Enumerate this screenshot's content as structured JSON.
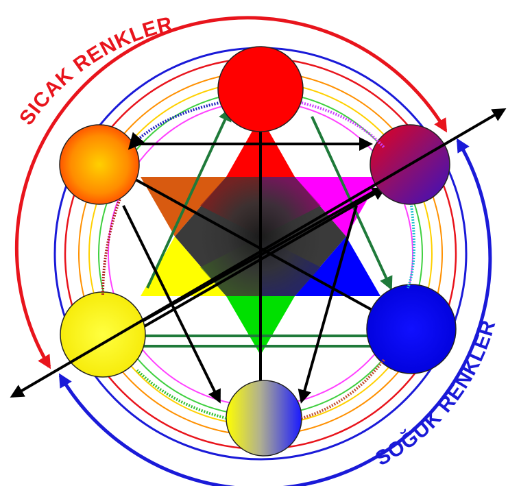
{
  "labels": {
    "warm": "SICAK RENKLER",
    "cool": "SOĞUK RENKLER"
  },
  "colors": {
    "warm": "#e8141c",
    "cool": "#1a1ad8",
    "red": "#ff0000",
    "orange": "#ff8c00",
    "yellow": "#ffff00",
    "green": "#00e000",
    "blue": "#0000ff",
    "magenta": "#ff00ff",
    "purple": "#7a1a8a",
    "green_arrow": "#1f7a3a",
    "black_arrow": "#000000"
  },
  "wheel": [
    {
      "name": "red",
      "color": "#ff0000"
    },
    {
      "name": "red-purple",
      "color": "#b0104a"
    },
    {
      "name": "blue",
      "color": "#0000ff"
    },
    {
      "name": "yellow-blue",
      "color": "#8a8a6a"
    },
    {
      "name": "yellow",
      "color": "#ffff00"
    },
    {
      "name": "orange",
      "color": "#ff8c00"
    }
  ]
}
